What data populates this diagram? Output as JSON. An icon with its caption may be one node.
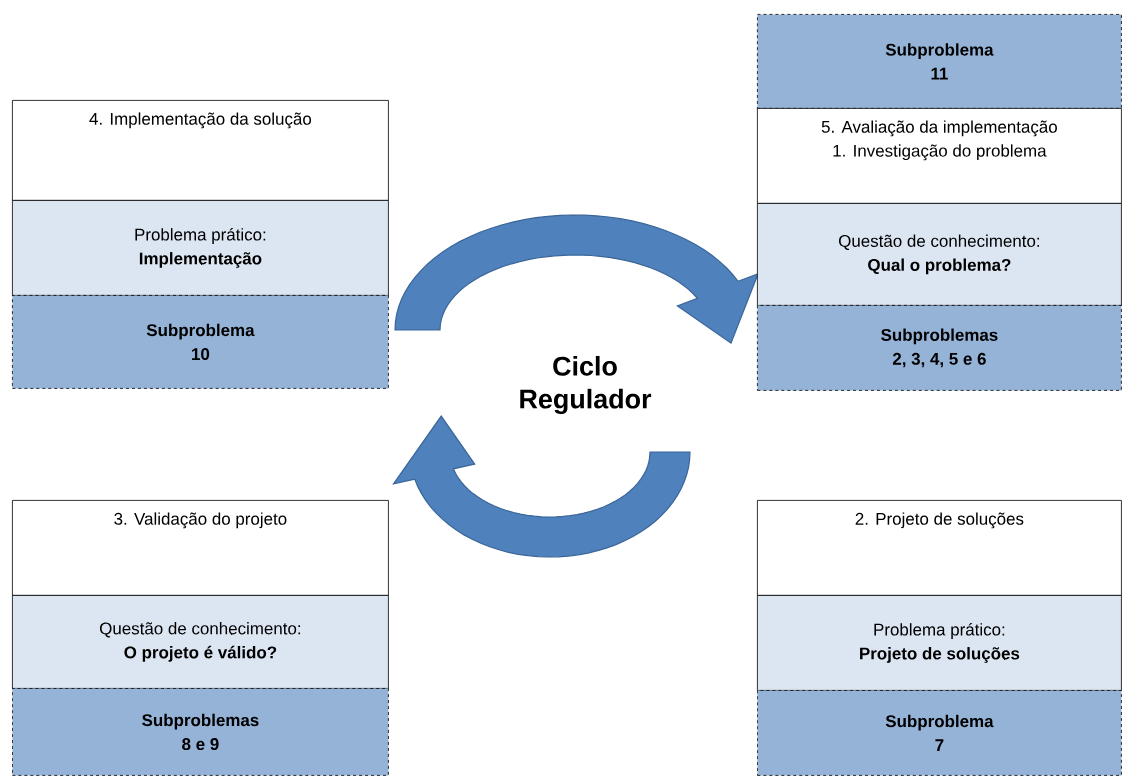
{
  "diagram": {
    "nodes": [
      {
        "text": [
          "4. Implementação da solução"
        ]
      },
      {
        "text": [
          "Problema prático:",
          "Implementação"
        ]
      },
      {
        "text": [
          "Subproblema",
          "10"
        ]
      },
      {
        "text": [
          "Subproblema",
          "11"
        ]
      },
      {
        "text": [
          "5. Avaliação da implementação",
          "1. Investigação do problema"
        ]
      },
      {
        "text": [
          "Questão de conhecimento:",
          "Qual o problema?"
        ]
      },
      {
        "text": [
          "Subproblemas",
          "2, 3, 4, 5 e 6"
        ]
      },
      {
        "text": [
          "3. Validação do projeto"
        ]
      },
      {
        "text": [
          "Questão de conhecimento:",
          "O projeto é válido?"
        ]
      },
      {
        "text": [
          "Subproblemas",
          "8 e 9"
        ]
      },
      {
        "text": [
          "2. Projeto de soluções"
        ]
      },
      {
        "text": [
          "Problema prático:",
          "Projeto de soluções"
        ]
      },
      {
        "text": [
          "Subproblema",
          "7"
        ]
      }
    ],
    "labels": [
      "Ciclo Regulador"
    ]
  }
}
